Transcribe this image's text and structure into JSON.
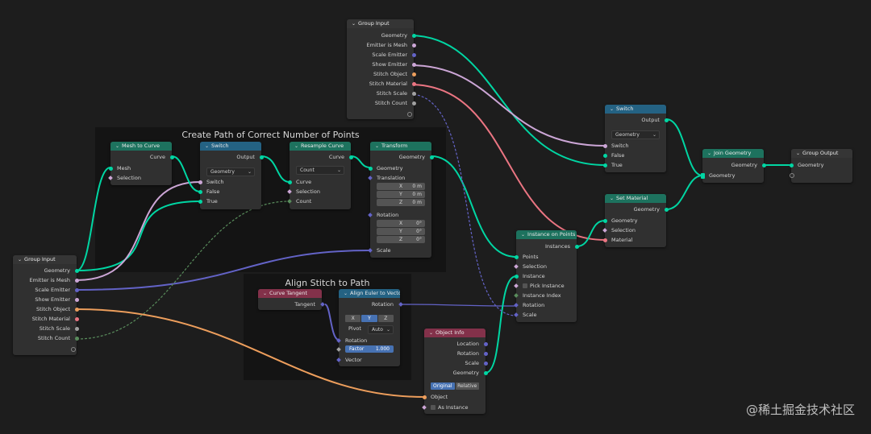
{
  "frames": {
    "path": {
      "title": "Create Path of Correct Number of Points"
    },
    "align": {
      "title": "Align Stitch to Path"
    }
  },
  "group_input_top": {
    "title": "Group Input",
    "outputs": [
      "Geometry",
      "Emitter is Mesh",
      "Scale Emitter",
      "Show Emitter",
      "Stitch Object",
      "Stitch Material",
      "Stitch Scale",
      "Stitch Count"
    ]
  },
  "group_input_left": {
    "title": "Group Input",
    "outputs": [
      "Geometry",
      "Emitter is Mesh",
      "Scale Emitter",
      "Show Emitter",
      "Stitch Object",
      "Stitch Material",
      "Stitch Scale",
      "Stitch Count"
    ]
  },
  "mesh_to_curve": {
    "title": "Mesh to Curve",
    "out_curve": "Curve",
    "in_mesh": "Mesh",
    "in_selection": "Selection"
  },
  "switch1": {
    "title": "Switch",
    "out_output": "Output",
    "type": "Geometry",
    "in_switch": "Switch",
    "in_false": "False",
    "in_true": "True"
  },
  "resample": {
    "title": "Resample Curve",
    "out_curve": "Curve",
    "mode": "Count",
    "in_curve": "Curve",
    "in_selection": "Selection",
    "in_count": "Count"
  },
  "transform": {
    "title": "Transform",
    "out_geometry": "Geometry",
    "in_geometry": "Geometry",
    "translation": "Translation",
    "translation_values": [
      {
        "k": "X",
        "v": "0 m"
      },
      {
        "k": "Y",
        "v": "0 m"
      },
      {
        "k": "Z",
        "v": "0 m"
      }
    ],
    "rotation": "Rotation",
    "rotation_values": [
      {
        "k": "X",
        "v": "0°"
      },
      {
        "k": "Y",
        "v": "0°"
      },
      {
        "k": "Z",
        "v": "0°"
      }
    ],
    "scale": "Scale"
  },
  "switch2": {
    "title": "Switch",
    "out_output": "Output",
    "type": "Geometry",
    "in_switch": "Switch",
    "in_false": "False",
    "in_true": "True"
  },
  "set_material": {
    "title": "Set Material",
    "out_geometry": "Geometry",
    "in_geometry": "Geometry",
    "in_selection": "Selection",
    "in_material": "Material"
  },
  "join_geometry": {
    "title": "Join Geometry",
    "out_geometry": "Geometry",
    "in_geometry": "Geometry"
  },
  "group_output": {
    "title": "Group Output",
    "in_geometry": "Geometry"
  },
  "instance_on_points": {
    "title": "Instance on Points",
    "out_instances": "Instances",
    "in_points": "Points",
    "in_selection": "Selection",
    "in_instance": "Instance",
    "pick_instance": "Pick Instance",
    "in_instance_index": "Instance Index",
    "in_rotation": "Rotation",
    "in_scale": "Scale"
  },
  "curve_tangent": {
    "title": "Curve Tangent",
    "out_tangent": "Tangent"
  },
  "align_euler": {
    "title": "Align Euler to Vector",
    "out_rotation": "Rotation",
    "axes": [
      "X",
      "Y",
      "Z"
    ],
    "active_axis": "Y",
    "pivot_label": "Pivot",
    "pivot_value": "Auto",
    "in_rotation": "Rotation",
    "factor_label": "Factor",
    "factor_value": "1.000",
    "in_vector": "Vector"
  },
  "object_info": {
    "title": "Object Info",
    "out_location": "Location",
    "out_rotation": "Rotation",
    "out_scale": "Scale",
    "out_geometry": "Geometry",
    "modes": [
      "Original",
      "Relative"
    ],
    "active_mode": "Original",
    "in_object": "Object",
    "as_instance": "As Instance"
  },
  "watermark": "@稀土掘金技术社区",
  "colors": {
    "geometry": "#00d6a3",
    "bool": "#cca6d6",
    "float": "#a1a1a1",
    "vector": "#6363c7",
    "object": "#ed9e5c",
    "material": "#eb7582",
    "int": "#598c5c"
  }
}
